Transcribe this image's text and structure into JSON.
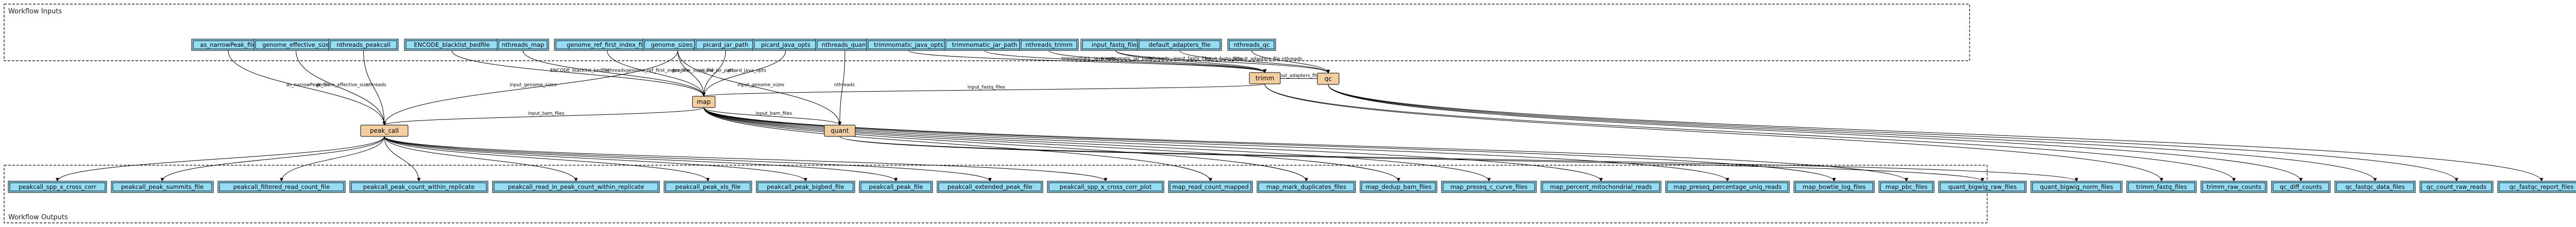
{
  "clusters": {
    "inputs_label": "Workflow Inputs",
    "outputs_label": "Workflow Outputs"
  },
  "inputs": [
    "as_narrowPeak_file",
    "genome_effective_size",
    "nthreads_peakcall",
    "ENCODE_blacklist_bedfile",
    "nthreads_map",
    "genome_ref_first_index_file",
    "genome_sizes_file",
    "picard_jar_path",
    "picard_java_opts",
    "nthreads_quant",
    "trimmomatic_java_opts",
    "trimmomatic_jar_path",
    "nthreads_trimm",
    "input_fastq_files",
    "default_adapters_file",
    "nthreads_qc"
  ],
  "steps": [
    "peak_call",
    "map",
    "quant",
    "trimm",
    "qc"
  ],
  "outputs": [
    "peakcall_spp_x_cross_corr",
    "peakcall_peak_summits_file",
    "peakcall_filtered_read_count_file",
    "peakcall_peak_count_within_replicate",
    "peakcall_read_in_peak_count_within_replicate",
    "peakcall_peak_xls_file",
    "peakcall_peak_bigbed_file",
    "peakcall_peak_file",
    "peakcall_extended_peak_file",
    "peakcall_spp_x_cross_corr_plot",
    "map_read_count_mapped",
    "map_mark_duplicates_files",
    "map_dedup_bam_files",
    "map_preseq_c_curve_files",
    "map_percent_mitochondrial_reads",
    "map_preseq_percentage_uniq_reads",
    "map_bowtie_log_files",
    "map_pbc_files",
    "quant_bigwig_raw_files",
    "quant_bigwig_norm_files",
    "trimm_fastq_files",
    "trimm_raw_counts",
    "qc_diff_counts",
    "qc_fastqc_data_files",
    "qc_count_raw_reads",
    "qc_fastqc_report_files"
  ],
  "edges": [
    {
      "from": "as_narrowPeak_file",
      "to": "peak_call",
      "label": "as_narrowPeak_file"
    },
    {
      "from": "genome_effective_size",
      "to": "peak_call",
      "label": "genome_effective_size"
    },
    {
      "from": "nthreads_peakcall",
      "to": "peak_call",
      "label": "nthreads"
    },
    {
      "from": "genome_sizes_file",
      "to": "peak_call",
      "label": "input_genome_sizes"
    },
    {
      "from": "ENCODE_blacklist_bedfile",
      "to": "map",
      "label": "ENCODE_blacklist_bedfile"
    },
    {
      "from": "nthreads_map",
      "to": "map",
      "label": "nthreads"
    },
    {
      "from": "genome_ref_first_index_file",
      "to": "map",
      "label": "genome_ref_first_index_file"
    },
    {
      "from": "genome_sizes_file",
      "to": "map",
      "label": "genome_sizes_file"
    },
    {
      "from": "picard_jar_path",
      "to": "map",
      "label": "picard_jar_path"
    },
    {
      "from": "picard_java_opts",
      "to": "map",
      "label": "picard_java_opts"
    },
    {
      "from": "genome_sizes_file",
      "to": "quant",
      "label": "input_genome_sizes"
    },
    {
      "from": "nthreads_quant",
      "to": "quant",
      "label": "nthreads"
    },
    {
      "from": "trimmomatic_java_opts",
      "to": "trimm",
      "label": "trimmomatic_java_opts"
    },
    {
      "from": "trimmomatic_jar_path",
      "to": "trimm",
      "label": "trimmomatic_jar_path"
    },
    {
      "from": "nthreads_trimm",
      "to": "trimm",
      "label": "nthreads"
    },
    {
      "from": "input_fastq_files",
      "to": "trimm",
      "label": "input_fastq_files"
    },
    {
      "from": "input_fastq_files",
      "to": "qc",
      "label": "input_fastq_files"
    },
    {
      "from": "default_adapters_file",
      "to": "qc",
      "label": "default_adapters_file"
    },
    {
      "from": "nthreads_qc",
      "to": "qc",
      "label": "nthreads"
    },
    {
      "from": "qc",
      "to": "trimm",
      "label": "input_adapters_files"
    },
    {
      "from": "trimm",
      "to": "map",
      "label": "input_fastq_files"
    },
    {
      "from": "map",
      "to": "peak_call",
      "label": "input_bam_files"
    },
    {
      "from": "map",
      "to": "quant",
      "label": "input_bam_files"
    },
    {
      "from": "peak_call",
      "to": "peakcall_spp_x_cross_corr",
      "label": ""
    },
    {
      "from": "peak_call",
      "to": "peakcall_peak_summits_file",
      "label": ""
    },
    {
      "from": "peak_call",
      "to": "peakcall_filtered_read_count_file",
      "label": ""
    },
    {
      "from": "peak_call",
      "to": "peakcall_peak_count_within_replicate",
      "label": ""
    },
    {
      "from": "peak_call",
      "to": "peakcall_read_in_peak_count_within_replicate",
      "label": ""
    },
    {
      "from": "peak_call",
      "to": "peakcall_peak_xls_file",
      "label": ""
    },
    {
      "from": "peak_call",
      "to": "peakcall_peak_bigbed_file",
      "label": ""
    },
    {
      "from": "peak_call",
      "to": "peakcall_peak_file",
      "label": ""
    },
    {
      "from": "peak_call",
      "to": "peakcall_extended_peak_file",
      "label": ""
    },
    {
      "from": "peak_call",
      "to": "peakcall_spp_x_cross_corr_plot",
      "label": ""
    },
    {
      "from": "map",
      "to": "map_read_count_mapped",
      "label": ""
    },
    {
      "from": "map",
      "to": "map_mark_duplicates_files",
      "label": ""
    },
    {
      "from": "map",
      "to": "map_dedup_bam_files",
      "label": ""
    },
    {
      "from": "map",
      "to": "map_preseq_c_curve_files",
      "label": ""
    },
    {
      "from": "map",
      "to": "map_percent_mitochondrial_reads",
      "label": ""
    },
    {
      "from": "map",
      "to": "map_preseq_percentage_uniq_reads",
      "label": ""
    },
    {
      "from": "map",
      "to": "map_bowtie_log_files",
      "label": ""
    },
    {
      "from": "map",
      "to": "map_pbc_files",
      "label": ""
    },
    {
      "from": "quant",
      "to": "quant_bigwig_raw_files",
      "label": ""
    },
    {
      "from": "quant",
      "to": "quant_bigwig_norm_files",
      "label": ""
    },
    {
      "from": "trimm",
      "to": "trimm_fastq_files",
      "label": ""
    },
    {
      "from": "trimm",
      "to": "trimm_raw_counts",
      "label": ""
    },
    {
      "from": "qc",
      "to": "qc_diff_counts",
      "label": ""
    },
    {
      "from": "qc",
      "to": "qc_fastqc_data_files",
      "label": ""
    },
    {
      "from": "qc",
      "to": "qc_count_raw_reads",
      "label": ""
    },
    {
      "from": "qc",
      "to": "qc_fastqc_report_files",
      "label": ""
    }
  ]
}
